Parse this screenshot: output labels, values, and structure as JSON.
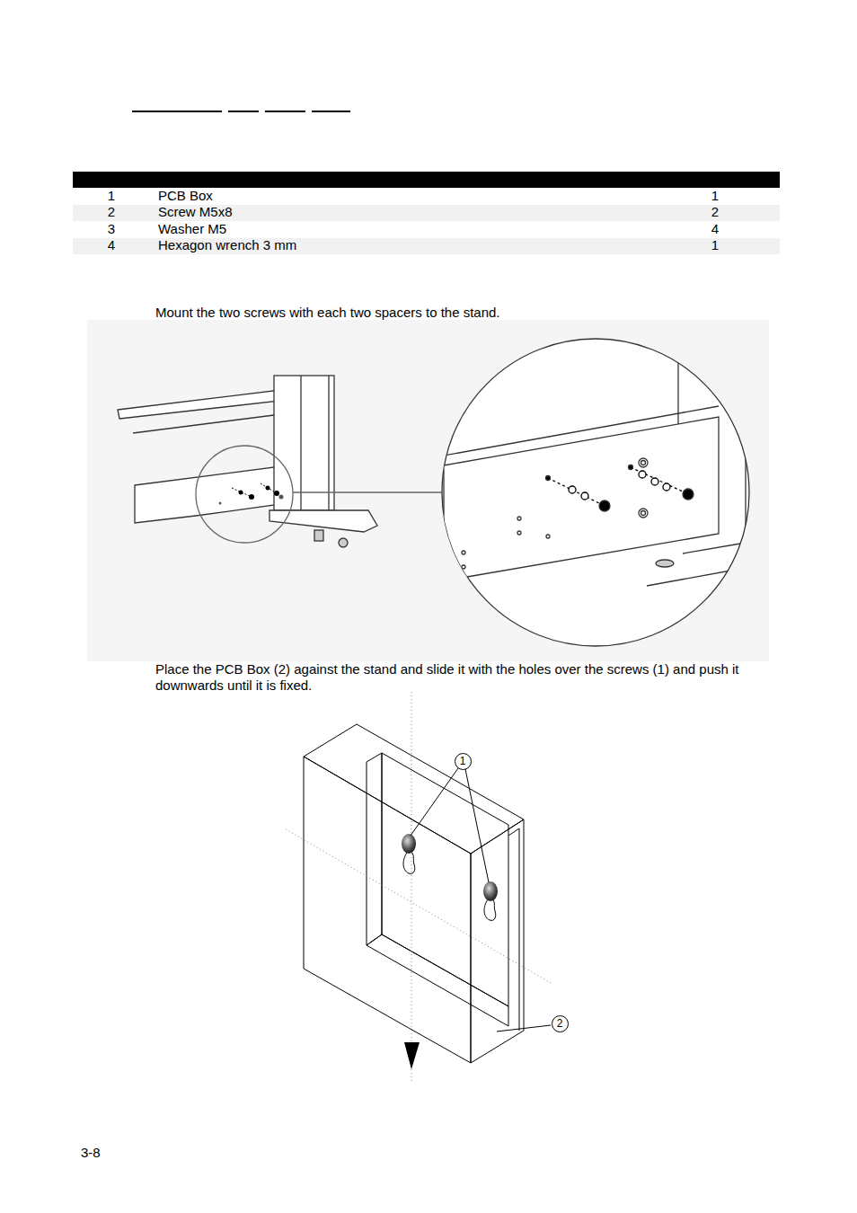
{
  "diagram": {
    "nodes": [
      {
        "text": [
          "1"
        ]
      },
      {
        "text": [
          "2"
        ]
      }
    ],
    "labels": [
      "1",
      "PCB Box",
      "1",
      "2",
      "Screw M5x8",
      "2",
      "3",
      "Washer M5",
      "4",
      "4",
      "Hexagon wrench 3 mm",
      "1",
      "Mount the two screws with each two spacers to the stand.",
      "Place the PCB Box (2) against the stand and slide it with the holes over the screws (1) and push it downwards until it is fixed.",
      "3-8"
    ]
  }
}
